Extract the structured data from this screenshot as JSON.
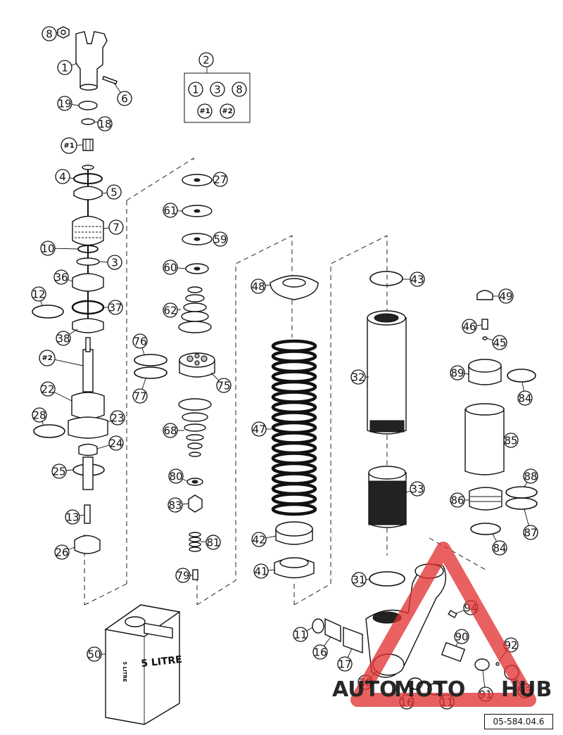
{
  "callouts": {
    "c1": "1",
    "c2": "2",
    "c3": "3",
    "c4": "4",
    "c5": "5",
    "c6": "6",
    "c7": "7",
    "c8": "8",
    "c10": "10",
    "c11a": "11",
    "c11b": "11",
    "c12": "12",
    "c13": "13",
    "c16a": "16",
    "c16b": "16",
    "c17": "17",
    "c18": "18",
    "c19": "19",
    "c22": "22",
    "c23": "23",
    "c24": "24",
    "c25": "25",
    "c26": "26",
    "c27": "27",
    "c28": "28",
    "c30": "30",
    "c31": "31",
    "c32": "32",
    "c33": "33",
    "c36": "36",
    "c37": "37",
    "c38": "38",
    "c41": "41",
    "c42": "42",
    "c43": "43",
    "c45": "45",
    "c46": "46",
    "c47": "47",
    "c48": "48",
    "c49": "49",
    "c50": "50",
    "c59": "59",
    "c60": "60",
    "c61": "61",
    "c62": "62",
    "c68": "68",
    "c75": "75",
    "c76": "76",
    "c77": "77",
    "c79": "79",
    "c80": "80",
    "c81": "81",
    "c83": "83",
    "c84a": "84",
    "c84b": "84",
    "c85": "85",
    "c86": "86",
    "c87": "87",
    "c88": "88",
    "c89": "89",
    "c90": "90",
    "c91": "91",
    "c92": "92",
    "c93": "93",
    "c94": "94",
    "h1": "#1",
    "h2": "#2"
  },
  "kit_box": {
    "items": [
      "1",
      "3",
      "8"
    ],
    "hash_items": [
      "#1",
      "#2"
    ]
  },
  "oil_can": {
    "front_text": "5 LITRE",
    "side_text": "5 LITRE"
  },
  "reference_code": "05-584.04.6",
  "watermark": {
    "part1": "AUTO",
    "part2": "MOTO",
    "part3": "HUB",
    "color": "#e03030"
  }
}
